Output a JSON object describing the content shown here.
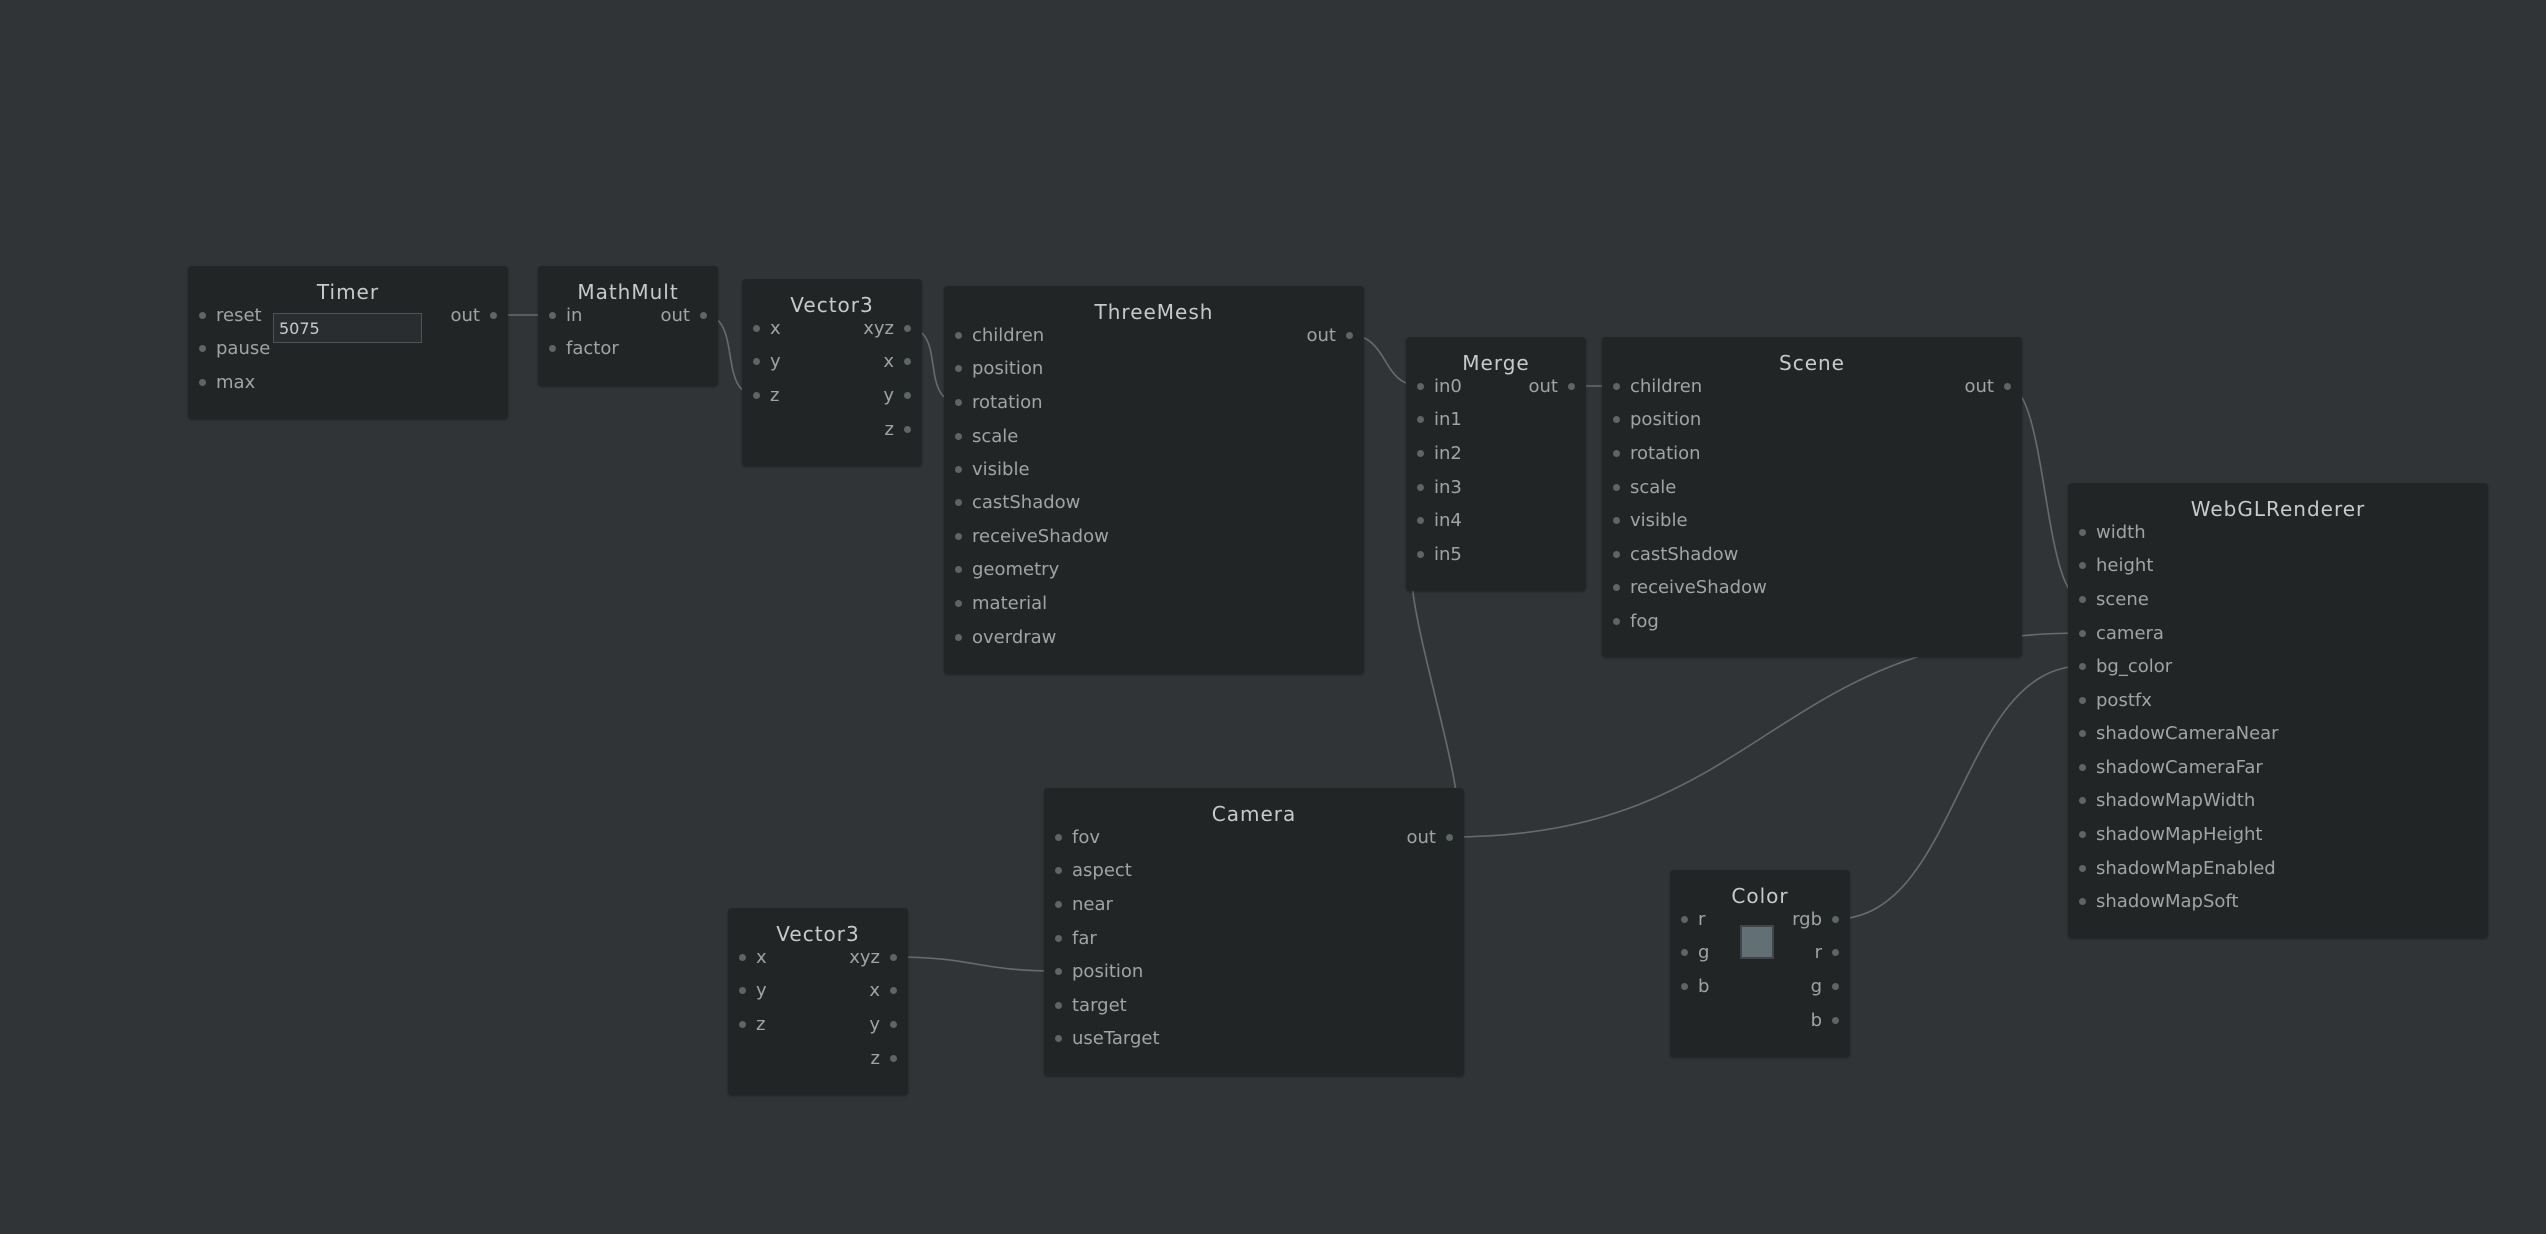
{
  "colors": {
    "background": "#303437",
    "node": "#222526",
    "wire": "#666b6e",
    "swatch": "#627075"
  },
  "nodes": {
    "timer": {
      "title": "Timer",
      "inputs": [
        "reset",
        "pause",
        "max"
      ],
      "outputs": [
        "out"
      ],
      "value": "5075"
    },
    "mathmult": {
      "title": "MathMult",
      "inputs": [
        "in",
        "factor"
      ],
      "outputs": [
        "out"
      ]
    },
    "vector3a": {
      "title": "Vector3",
      "inputs": [
        "x",
        "y",
        "z"
      ],
      "outputs": [
        "xyz",
        "x",
        "y",
        "z"
      ]
    },
    "threemesh": {
      "title": "ThreeMesh",
      "inputs": [
        "children",
        "position",
        "rotation",
        "scale",
        "visible",
        "castShadow",
        "receiveShadow",
        "geometry",
        "material",
        "overdraw"
      ],
      "outputs": [
        "out"
      ]
    },
    "merge": {
      "title": "Merge",
      "inputs": [
        "in0",
        "in1",
        "in2",
        "in3",
        "in4",
        "in5"
      ],
      "outputs": [
        "out"
      ]
    },
    "scene": {
      "title": "Scene",
      "inputs": [
        "children",
        "position",
        "rotation",
        "scale",
        "visible",
        "castShadow",
        "receiveShadow",
        "fog"
      ],
      "outputs": [
        "out"
      ]
    },
    "webglrenderer": {
      "title": "WebGLRenderer",
      "inputs": [
        "width",
        "height",
        "scene",
        "camera",
        "bg_color",
        "postfx",
        "shadowCameraNear",
        "shadowCameraFar",
        "shadowMapWidth",
        "shadowMapHeight",
        "shadowMapEnabled",
        "shadowMapSoft"
      ],
      "outputs": []
    },
    "camera": {
      "title": "Camera",
      "inputs": [
        "fov",
        "aspect",
        "near",
        "far",
        "position",
        "target",
        "useTarget"
      ],
      "outputs": [
        "out"
      ]
    },
    "vector3b": {
      "title": "Vector3",
      "inputs": [
        "x",
        "y",
        "z"
      ],
      "outputs": [
        "xyz",
        "x",
        "y",
        "z"
      ]
    },
    "color": {
      "title": "Color",
      "inputs": [
        "r",
        "g",
        "b"
      ],
      "outputs": [
        "rgb",
        "r",
        "g",
        "b"
      ]
    }
  },
  "connections": [
    {
      "from": "timer.out",
      "to": "mathmult.in"
    },
    {
      "from": "mathmult.out",
      "to": "vector3a.z"
    },
    {
      "from": "vector3a.xyz",
      "to": "threemesh.rotation"
    },
    {
      "from": "threemesh.out",
      "to": "merge.in0"
    },
    {
      "from": "camera.out",
      "to": "merge.in5"
    },
    {
      "from": "merge.out",
      "to": "scene.children"
    },
    {
      "from": "scene.out",
      "to": "webglrenderer.scene"
    },
    {
      "from": "camera.out",
      "to": "webglrenderer.camera"
    },
    {
      "from": "color.rgb",
      "to": "webglrenderer.bg_color"
    },
    {
      "from": "vector3b.xyz",
      "to": "camera.position"
    }
  ]
}
